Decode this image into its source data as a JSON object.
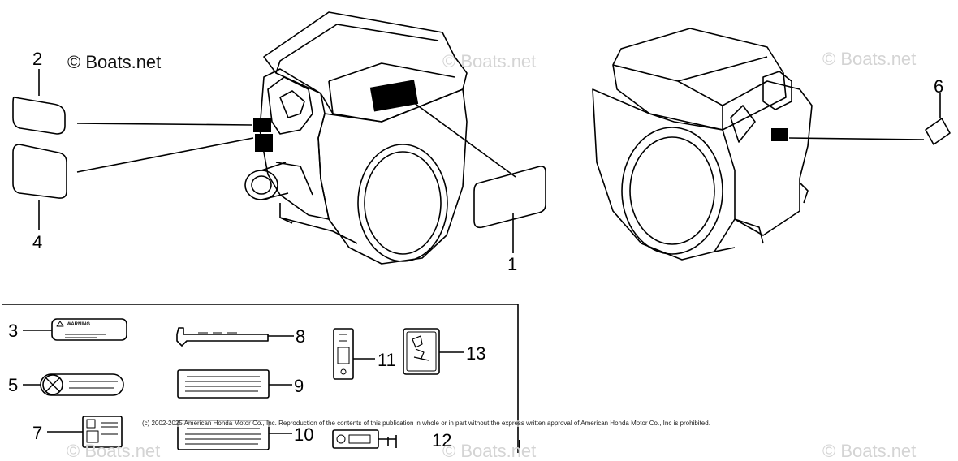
{
  "watermarks": [
    "© Boats.net",
    "© Boats.net",
    "© Boats.net",
    "© Boats.net",
    "© Boats.net"
  ],
  "copyright_main": "© Boats.net",
  "notice": "(c) 2002-2025 American Honda Motor Co., Inc. Reproduction of the contents of this publication in whole or in part without the express written approval of American Honda Motor Co., Inc is prohibited.",
  "callouts": {
    "c1": "1",
    "c2": "2",
    "c3": "3",
    "c4": "4",
    "c5": "5",
    "c6": "6",
    "c7": "7",
    "c8": "8",
    "c9": "9",
    "c10": "10",
    "c11": "11",
    "c12": "12",
    "c13": "13"
  },
  "decals": {
    "warning_text": "WARNING"
  }
}
